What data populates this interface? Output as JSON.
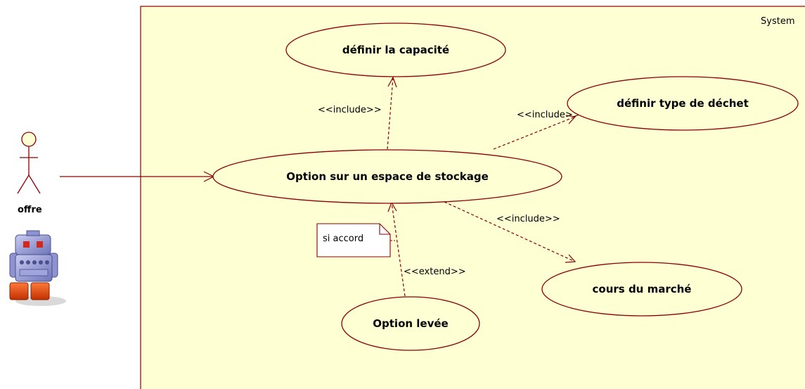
{
  "system": {
    "label": "System"
  },
  "actor": {
    "name": "offre"
  },
  "use_cases": {
    "capacite": "définir la capacité",
    "type_dechet": "définir type de déchet",
    "option_stockage": "Option sur un espace de stockage",
    "cours_marche": "cours du marché",
    "option_levee": "Option levée"
  },
  "relations": {
    "include_capacite": "<<include>>",
    "include_type_dechet": "<<include>>",
    "include_cours": "<<include>>",
    "extend_levee": "<<extend>>"
  },
  "note": {
    "text": "si accord"
  },
  "colors": {
    "system_fill": "#ffffd4",
    "stroke": "#8b0000",
    "note_fill": "#ffffff"
  }
}
